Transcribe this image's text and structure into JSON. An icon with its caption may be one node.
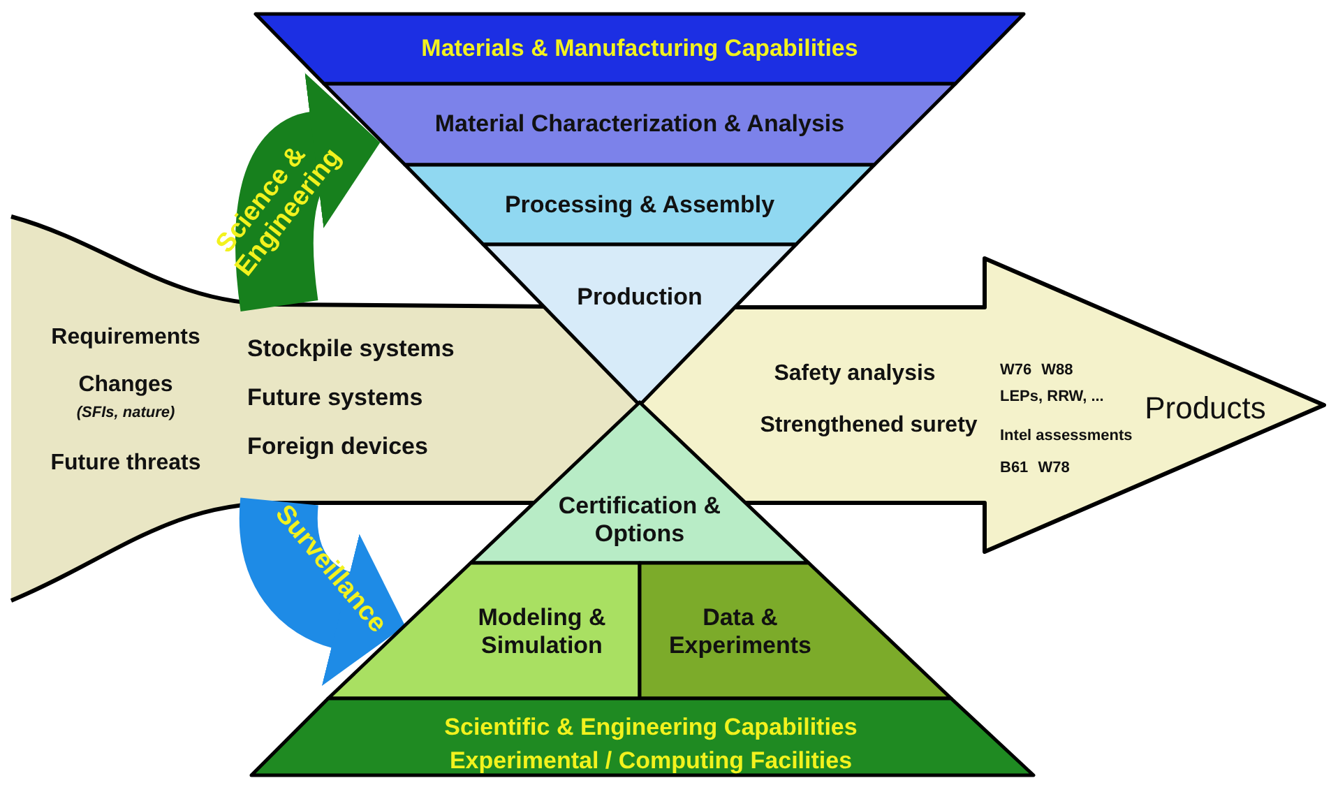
{
  "diagram": {
    "nodes": [
      {
        "text": [
          "Materials & Manufacturing Capabilities"
        ]
      },
      {
        "text": [
          "Material Characterization & Analysis"
        ]
      },
      {
        "text": [
          "Processing & Assembly"
        ]
      },
      {
        "text": [
          "Production"
        ]
      },
      {
        "text": [
          "Certification & Options"
        ]
      },
      {
        "text": [
          "Modeling & Simulation"
        ]
      },
      {
        "text": [
          "Data & Experiments"
        ]
      },
      {
        "text": [
          "Scientific & Engineering Capabilities",
          "Experimental / Computing Facilities"
        ]
      },
      {
        "text": [
          "Requirements",
          "Changes",
          "(SFIs, nature)",
          "Future threats",
          "Stockpile systems",
          "Future systems",
          "Foreign devices"
        ]
      },
      {
        "text": [
          "Safety analysis",
          "Strengthened surety",
          "W76 W88",
          "LEPs, RRW, ...",
          "Products",
          "Intel assessments",
          "B61 W78"
        ]
      }
    ],
    "edges": [
      {
        "from": 8,
        "to": 1,
        "arrow": "to",
        "label": "Science & Engineering",
        "color": "#17801d"
      },
      {
        "from": 8,
        "to": 5,
        "arrow": "to",
        "label": "Surveillance",
        "color": "#1e8be6"
      }
    ]
  }
}
